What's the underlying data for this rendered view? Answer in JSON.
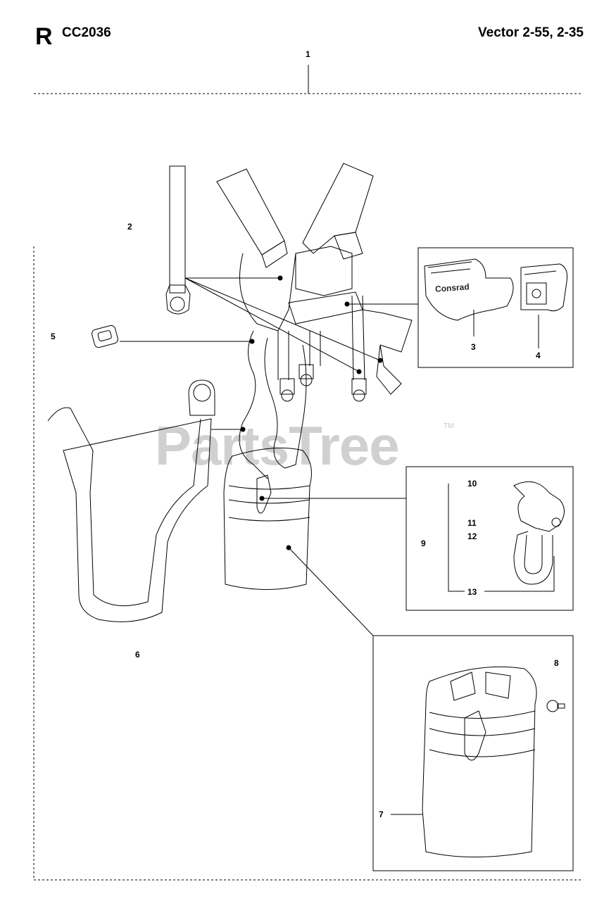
{
  "header": {
    "section_letter": "R",
    "model_code": "CC2036",
    "product_name": "Vector 2-55, 2-35"
  },
  "callouts": {
    "c1": "1",
    "c2": "2",
    "c3": "3",
    "c4": "4",
    "c5": "5",
    "c6": "6",
    "c7": "7",
    "c8": "8",
    "c9": "9",
    "c10": "10",
    "c11": "11",
    "c12": "12",
    "c13": "13"
  },
  "buckle_label": "Consrad",
  "watermark": {
    "text": "PartsTree",
    "tm": "TM"
  }
}
